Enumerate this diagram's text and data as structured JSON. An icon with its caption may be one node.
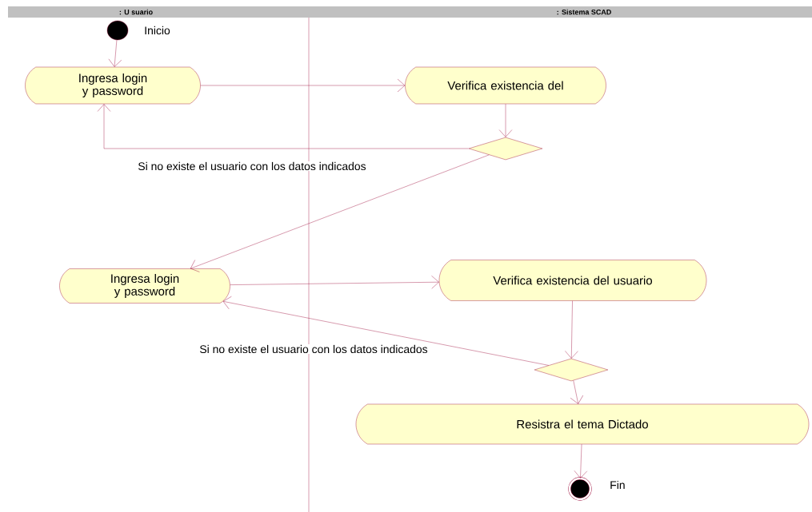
{
  "diagram": {
    "nodes": [
      {
        "text": [],
        "shape": "circle",
        "beside": [
          "Inicio"
        ]
      },
      {
        "text": [
          "Ingresa login y password"
        ]
      },
      {
        "text": [
          "Verifica existencia del"
        ]
      },
      {
        "text": [],
        "shape": "diamond"
      },
      {
        "text": [
          "Ingresa login y password"
        ]
      },
      {
        "text": [
          "Verifica existencia del usuario"
        ]
      },
      {
        "text": [],
        "shape": "diamond"
      },
      {
        "text": [
          "Resistra el tema Dictado"
        ]
      },
      {
        "text": [],
        "shape": "circle",
        "beside": [
          "Fin"
        ]
      }
    ],
    "edges": [
      {
        "from": 0,
        "to": 1,
        "arrow": "to"
      },
      {
        "from": 1,
        "to": 2,
        "arrow": "to"
      },
      {
        "from": 2,
        "to": 3,
        "arrow": "to"
      },
      {
        "from": 3,
        "to": 1,
        "arrow": "to",
        "label": "Si no existe el usuario con los datos indicados"
      },
      {
        "from": 3,
        "to": 4,
        "arrow": "to"
      },
      {
        "from": 4,
        "to": 5,
        "arrow": "to"
      },
      {
        "from": 5,
        "to": 6,
        "arrow": "to"
      },
      {
        "from": 6,
        "to": 4,
        "arrow": "to",
        "label": "Si no existe el usuario con los datos indicados"
      },
      {
        "from": 6,
        "to": 7,
        "arrow": "to"
      },
      {
        "from": 7,
        "to": 8,
        "arrow": "to"
      }
    ],
    "labels": [
      ": U suario",
      ": Sistema SCAD"
    ]
  }
}
